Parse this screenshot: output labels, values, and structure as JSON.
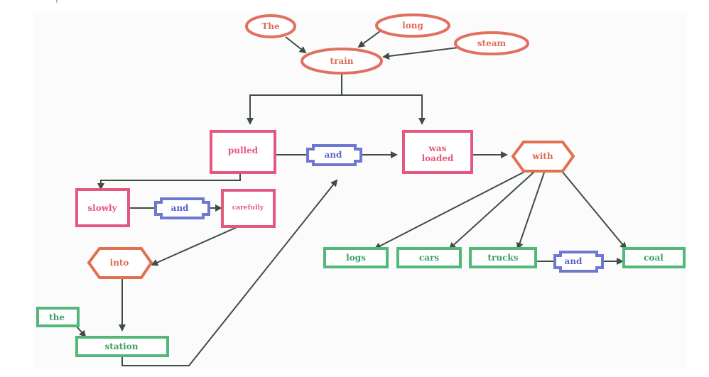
{
  "colors": {
    "noun_pink": "#e4577e",
    "ellipse_red": "#e1705f",
    "and_blue": "#6f78cf",
    "verb_orange": "#e1704f",
    "object_green": "#52b87a",
    "arrow": "#3f4d45",
    "pink_text": "#e4577e",
    "red_text": "#dd6b5b",
    "blue_text": "#5863c7",
    "orange_text": "#de6a4a",
    "green_text": "#3c9e63"
  },
  "words": {
    "the_upper": "The",
    "long": "long",
    "steam": "steam",
    "train": "train",
    "pulled": "pulled",
    "and_1": "and",
    "was_loaded_1": "was",
    "was_loaded_2": "loaded",
    "with": "with",
    "slowly": "slowly",
    "and_2": "and",
    "carefully": "carefully",
    "into": "into",
    "the_lower": "the",
    "station": "station",
    "logs": "logs",
    "cars": "cars",
    "trucks": "trucks",
    "and_3": "and",
    "coal": "coal"
  },
  "icons": [
    "arrow-head",
    "hexagon-shape",
    "notched-box-shape",
    "ellipse-shape"
  ]
}
